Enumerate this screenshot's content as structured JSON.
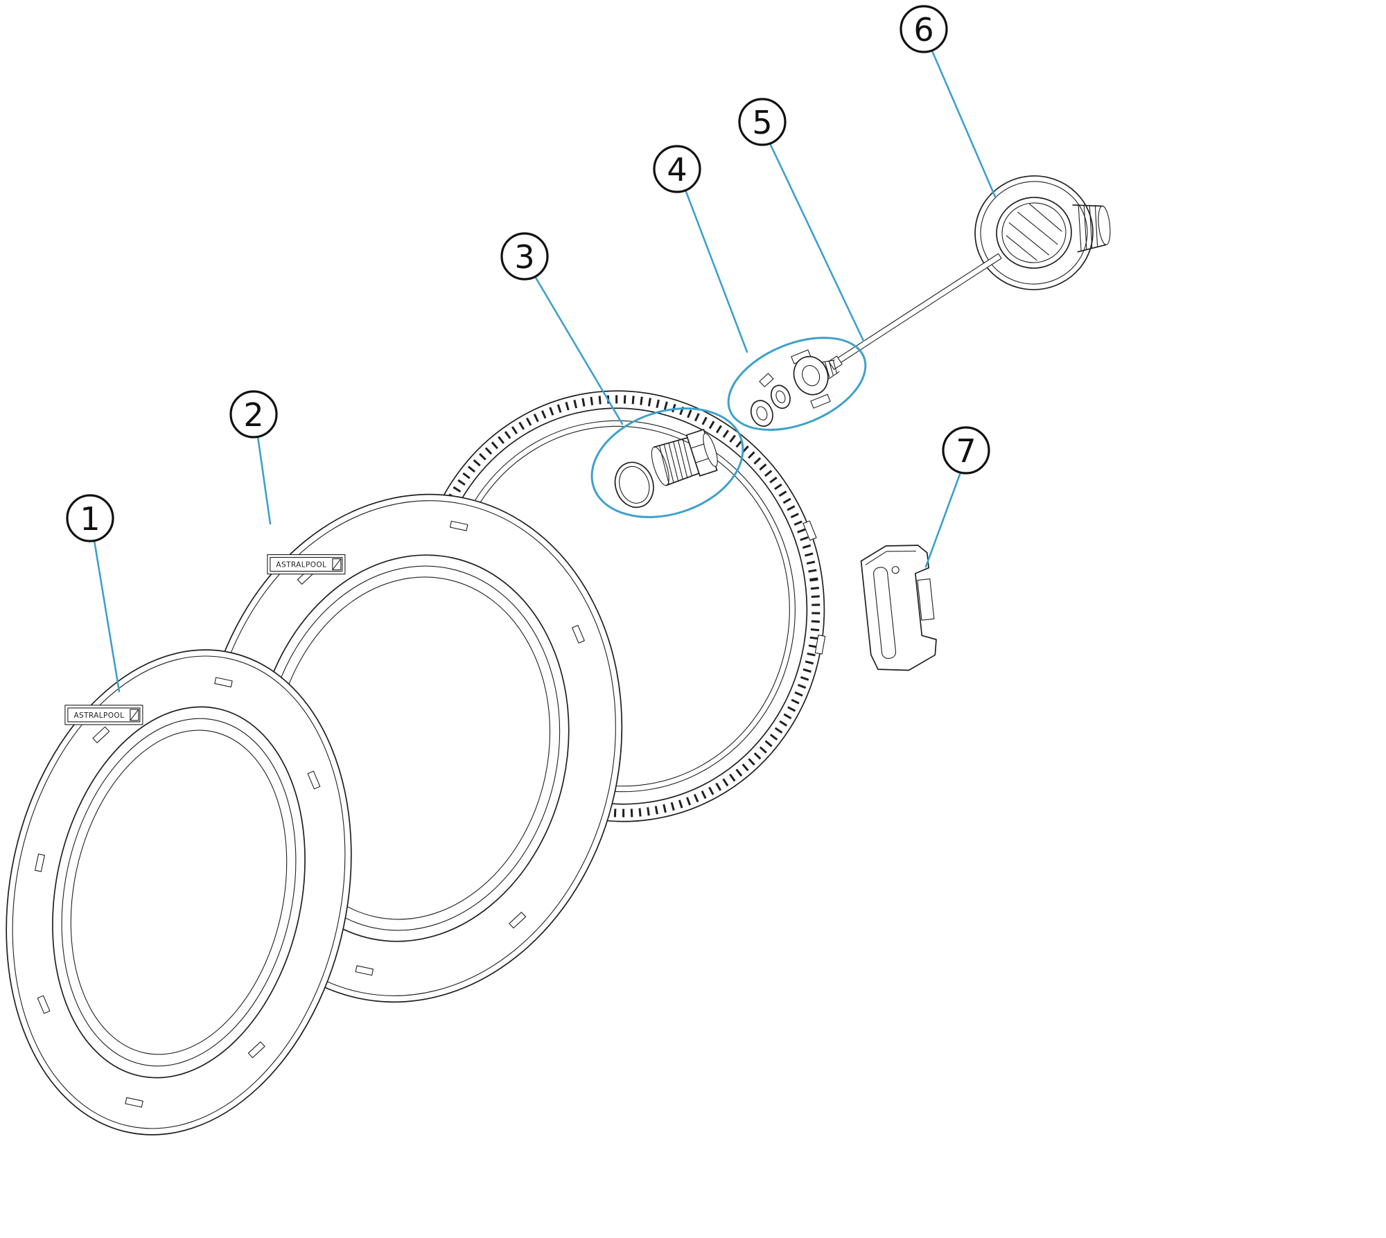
{
  "diagram": {
    "type": "exploded-parts-diagram",
    "background_color": "#ffffff",
    "line_color": "#1f1f1f",
    "leader_color": "#3da0cb",
    "brand_label": "ASTRALPOOL",
    "callouts": [
      {
        "number": "1"
      },
      {
        "number": "2"
      },
      {
        "number": "3"
      },
      {
        "number": "4"
      },
      {
        "number": "5"
      },
      {
        "number": "6"
      },
      {
        "number": "7"
      }
    ]
  }
}
